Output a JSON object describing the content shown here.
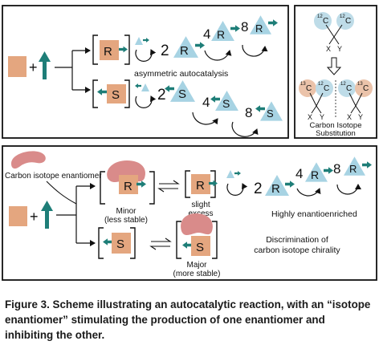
{
  "colors": {
    "tan": "#E4A67F",
    "teal": "#1E7E78",
    "light_blue": "#A7D3E3",
    "pink": "#D98B8A",
    "border": "#111111",
    "divider": "#444444",
    "carbon12": "#BEDCE8",
    "carbon13": "#EBC3AA"
  },
  "top_panel": {
    "R": "R",
    "S": "S",
    "two_a": "2",
    "four_a": "4",
    "eight_a": "8",
    "two_b": "2",
    "four_b": "4",
    "eight_b": "8",
    "asymmetric_label": "asymmetric autocatalysis",
    "plus": "+"
  },
  "side_panel": {
    "c12_a": "12",
    "c12_b": "12",
    "c13_left": "13",
    "c12_left": "12",
    "c12_right": "12",
    "c13_right": "13",
    "C": "C",
    "X": "X",
    "Y": "Y",
    "label_line1": "Carbon Isotope",
    "label_line2": "Substitution"
  },
  "bottom_panel": {
    "enantiomer_label": "Carbon isotope enantiomer",
    "plus": "+",
    "minor_line1": "Minor",
    "minor_line2": "(less stable)",
    "major_line1": "Major",
    "major_line2": "(more stable)",
    "R": "R",
    "S": "S",
    "slight_line1": "slight",
    "slight_line2": "excess",
    "two": "2",
    "four": "4",
    "eight": "8",
    "enriched_label": "Highly enantioenriched",
    "discrimination_line1": "Discrimination of",
    "discrimination_line2": "carbon isotope chirality"
  },
  "caption": "Figure 3. Scheme illustrating an autocatalytic reaction, with an “isotope enantiomer” stimulating the production of one enantiomer and inhibiting the other."
}
